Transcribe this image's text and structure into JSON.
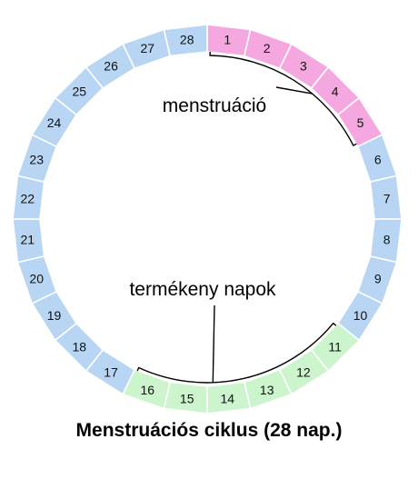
{
  "diagram": {
    "caption": "Menstruációs ciklus (28 nap.)",
    "days": [
      "1",
      "2",
      "3",
      "4",
      "5",
      "6",
      "7",
      "8",
      "9",
      "10",
      "11",
      "12",
      "13",
      "14",
      "15",
      "16",
      "17",
      "18",
      "19",
      "20",
      "21",
      "22",
      "23",
      "24",
      "25",
      "26",
      "27",
      "28"
    ],
    "menstruation": {
      "label": "menstruáció",
      "days": [
        1,
        5
      ],
      "color": "#f5a8df"
    },
    "fertile": {
      "label": "termékeny napok",
      "days": [
        11,
        16
      ],
      "color": "#cdf5cd"
    },
    "other_color": "#b8d6f3"
  }
}
